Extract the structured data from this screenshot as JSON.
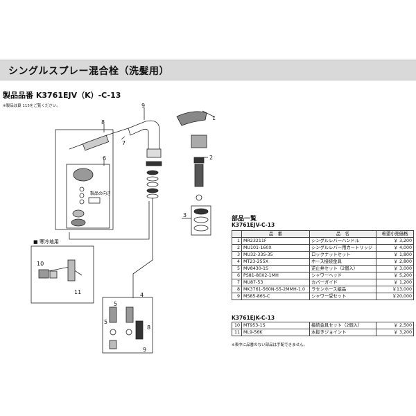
{
  "section_title": "シングルスプレー混合栓（洗髪用）",
  "product_line": "製品品番 K3761EJV（K）-C-13",
  "product_note": "※製品は頁 115をご覧ください。",
  "diagram_labels": {
    "n1": "1",
    "n2": "2",
    "n3": "3",
    "n4": "4",
    "n5": "5",
    "n6": "6",
    "n7": "7",
    "n8": "8",
    "n9": "9",
    "n9b": "9",
    "n10": "10",
    "n11": "11",
    "n5b": "5",
    "n8b": "8",
    "direction": "製品の向き",
    "cold_area": "■ 寒冷地用"
  },
  "parts_title": "部品一覧",
  "model_1": "K3761EJV-C-13",
  "model_2": "K3761EJK-C-13",
  "table_headers": {
    "code": "品　番",
    "name": "品　名",
    "price": "希望小売価格"
  },
  "parts_1": [
    {
      "no": "1",
      "code": "MR23211F",
      "name": "シングルレバーハンドル",
      "price": "￥ 3,200"
    },
    {
      "no": "2",
      "code": "MU101-160X",
      "name": "シングルレバー用カートリッジ",
      "price": "￥ 4,000"
    },
    {
      "no": "3",
      "code": "MU32-33S-35",
      "name": "ロックナットセット",
      "price": "￥ 1,800"
    },
    {
      "no": "4",
      "code": "MT23-255X",
      "name": "ホース接続金具",
      "price": "￥ 2,800"
    },
    {
      "no": "5",
      "code": "MV8430-1S",
      "name": "逆止弁セット（2個入）",
      "price": "￥ 3,000"
    },
    {
      "no": "6",
      "code": "PS81-80X2-1MH",
      "name": "シャワーヘッド",
      "price": "￥ 5,200"
    },
    {
      "no": "7",
      "code": "MU87-53",
      "name": "カバーガイド",
      "price": "￥ 1,200"
    },
    {
      "no": "8",
      "code": "MK3761-560N-S5-2MMH-1.0",
      "name": "ラセンホース組品",
      "price": "￥13,000"
    },
    {
      "no": "9",
      "code": "MS85-86S-C",
      "name": "シャワー受セット",
      "price": "￥20,000"
    }
  ],
  "parts_2": [
    {
      "no": "10",
      "code": "MT953-1S",
      "name": "接続金具セット（2個入）",
      "price": "￥ 2,500"
    },
    {
      "no": "11",
      "code": "ML9-56K",
      "name": "水抜きジョイント",
      "price": "￥ 3,200"
    }
  ],
  "footnote": "※表中に品番のない部品は手配できません。"
}
